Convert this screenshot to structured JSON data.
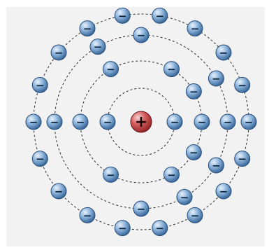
{
  "diagram": {
    "nucleus": {
      "symbol": "+",
      "color": "#c0393b"
    },
    "electron": {
      "symbol": "−",
      "color": "#4a7fb5"
    },
    "panel_color": "#f2f2f2",
    "shell_count": 4,
    "electrons_per_shell": [
      2,
      8,
      8,
      18
    ]
  }
}
